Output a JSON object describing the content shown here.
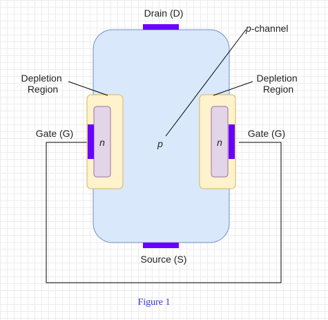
{
  "labels": {
    "drain": "Drain (D)",
    "source": "Source (S)",
    "gate_left": "Gate (G)",
    "gate_right": "Gate (G)",
    "depletion_left_line1": "Depletion",
    "depletion_left_line2": "Region",
    "depletion_right_line1": "Depletion",
    "depletion_right_line2": "Region",
    "channel_type_prefix": "p",
    "channel_type_suffix": "-channel",
    "channel_region": "p",
    "n_region_left": "n",
    "n_region_right": "n"
  },
  "caption": "Figure 1",
  "colors": {
    "channel_fill": "#dae8fc",
    "channel_stroke": "#6c8ebf",
    "depletion_fill": "#fff2cc",
    "depletion_stroke": "#d6b656",
    "n_region_fill": "#e1d5e7",
    "n_region_stroke": "#9673a6",
    "terminal": "#6a00ff",
    "wire": "#000000",
    "caption": "#3333cc"
  }
}
